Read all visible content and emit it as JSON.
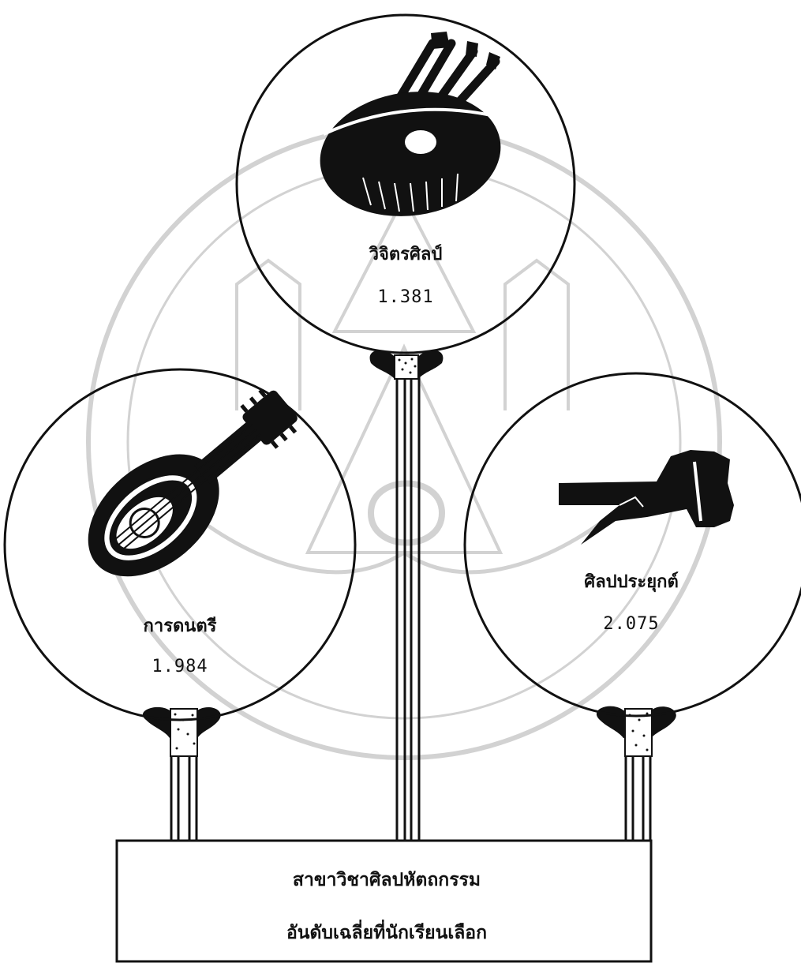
{
  "balloons": [
    {
      "label": "วิจิตรศิลป์",
      "value": "1.381",
      "icon": "paintbrush-palette-icon"
    },
    {
      "label": "การดนตรี",
      "value": "1.984",
      "icon": "lute-icon"
    },
    {
      "label": "ศิลปประยุกต์",
      "value": "2.075",
      "icon": "woodworking-tool-icon"
    }
  ],
  "base": {
    "line1": "สาขาวิชาศิลปหัตถกรรม",
    "line2": "อันดับเฉลี่ยที่นักเรียนเลือก"
  },
  "colors": {
    "ink": "#111111",
    "watermark": "#cfcfcf",
    "background": "#ffffff"
  }
}
